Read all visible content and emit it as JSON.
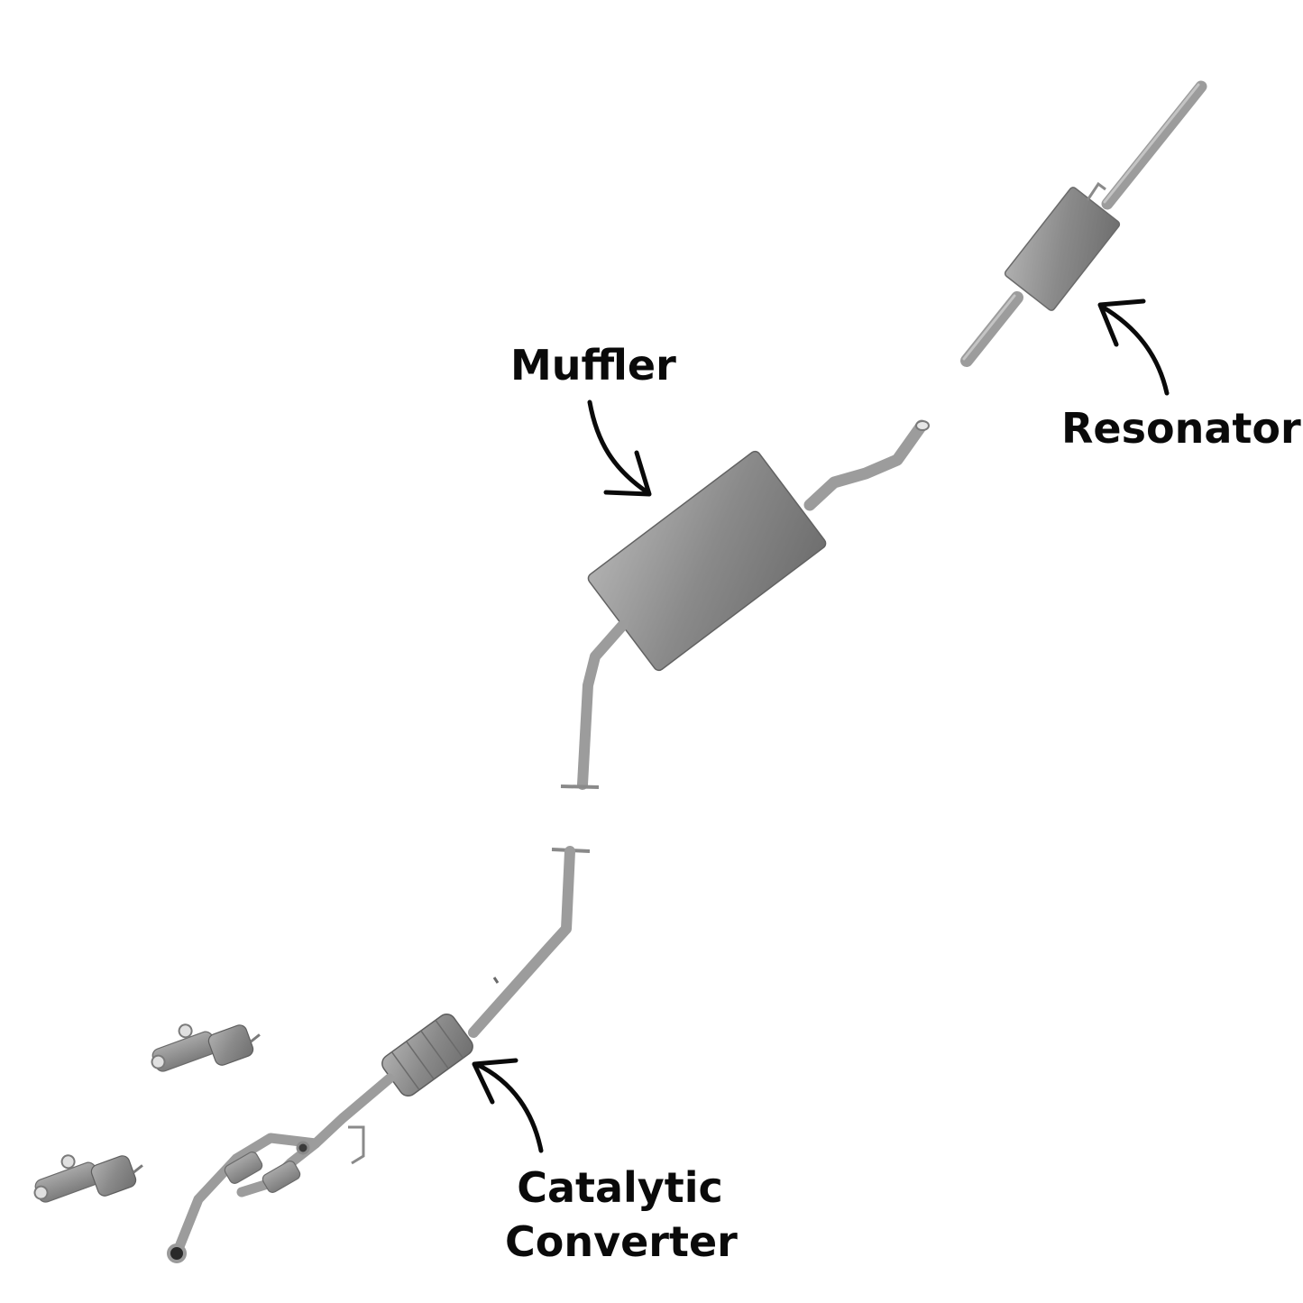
{
  "labels": {
    "muffler": "Muffler",
    "resonator": "Resonator",
    "catalytic_line1": "Catalytic",
    "catalytic_line2": "Converter"
  },
  "colors": {
    "pipe": "#9a9a9a",
    "pipe_dark": "#7a7a7a",
    "body": "#8c8c8c",
    "arrow": "#0a0a0a",
    "background": "#ffffff"
  }
}
